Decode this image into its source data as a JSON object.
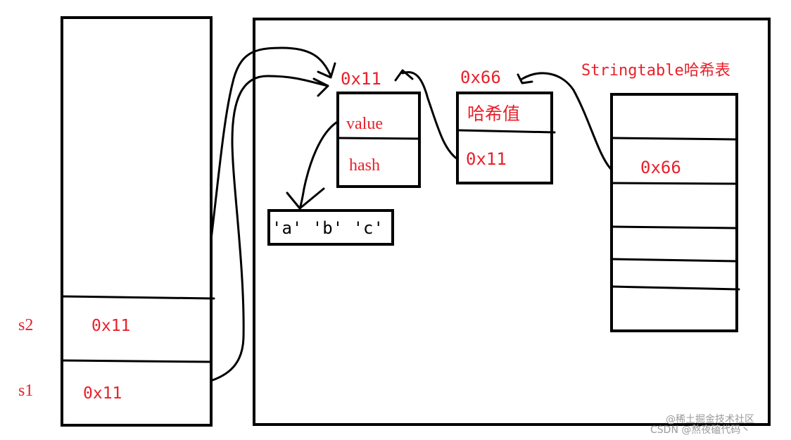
{
  "stack": {
    "s2": {
      "name": "s2",
      "value": "0x11"
    },
    "s1": {
      "name": "s1",
      "value": "0x11"
    }
  },
  "heap": {
    "string_object": {
      "address": "0x11",
      "field_value": "value",
      "field_hash": "hash"
    },
    "char_array": {
      "text": "'a' 'b' 'c'"
    },
    "hash_entry": {
      "address": "0x66",
      "field_hash_value": "哈希值",
      "field_ref": "0x11"
    },
    "string_table": {
      "title": "Stringtable哈希表",
      "entry_value": "0x66"
    }
  },
  "watermark": {
    "line1": "@稀土掘金技术社区",
    "line2": "CSDN @熬夜磕代码丶"
  },
  "colors": {
    "label_red": "#e8202a",
    "stroke": "#000000"
  }
}
